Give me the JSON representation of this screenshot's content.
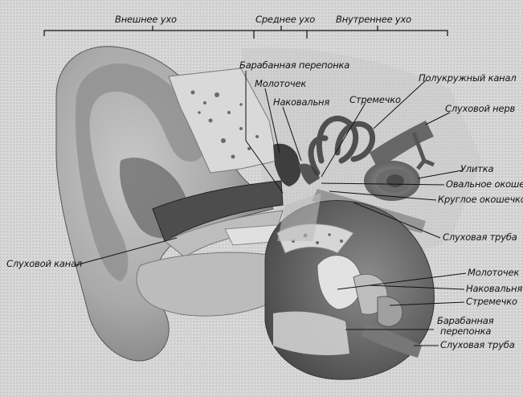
{
  "sections": {
    "outer": "Внешнее ухо",
    "middle": "Среднее ухо",
    "inner": "Внутреннее ухо"
  },
  "labels": {
    "tympanic_membrane": "Барабанная перепонка",
    "malleus": "Молоточек",
    "incus": "Наковальня",
    "stapes": "Стремечко",
    "semicircular_canal": "Полукружный канал",
    "auditory_nerve": "Слуховой нерв",
    "cochlea": "Улитка",
    "oval_window": "Овальное окошечко",
    "round_window": "Круглое окошечко",
    "eustachian_tube": "Слуховая труба",
    "ear_canal": "Слуховой канал"
  },
  "detail_labels": {
    "malleus": "Молоточек",
    "incus": "Наковальня",
    "stapes": "Стремечко",
    "tympanic_line1": "Барабанная",
    "tympanic_line2": "перепонка",
    "eustachian_tube": "Слуховая труба"
  },
  "colors": {
    "background": "#d6d6d6",
    "skin": "#b4b4b4",
    "skin_dark": "#8a8a8a",
    "bone": "#cfcfcf",
    "canal": "#5e5e5e",
    "line": "#111111"
  }
}
